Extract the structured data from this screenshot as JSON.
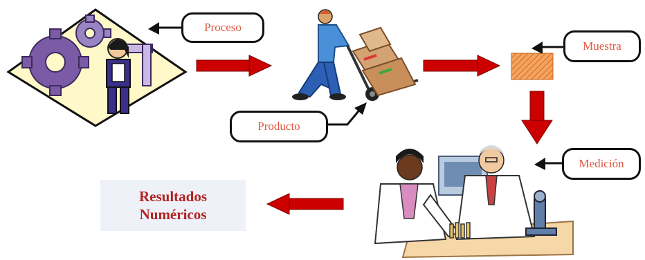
{
  "diagram": {
    "labels": {
      "proceso": "Proceso",
      "producto": "Producto",
      "muestra": "Muestra",
      "medicion": "Medición"
    },
    "result": {
      "line1": "Resultados",
      "line2": "Numéricos"
    }
  },
  "colors": {
    "flow_arrow": "#cc0000",
    "label_text": "#e0573f",
    "result_text": "#b22222",
    "sample_fill": "#f4a460"
  },
  "icons": [
    "worker-gears-icon",
    "hand-truck-worker-icon",
    "sample-box-icon",
    "lab-scientists-icon"
  ]
}
